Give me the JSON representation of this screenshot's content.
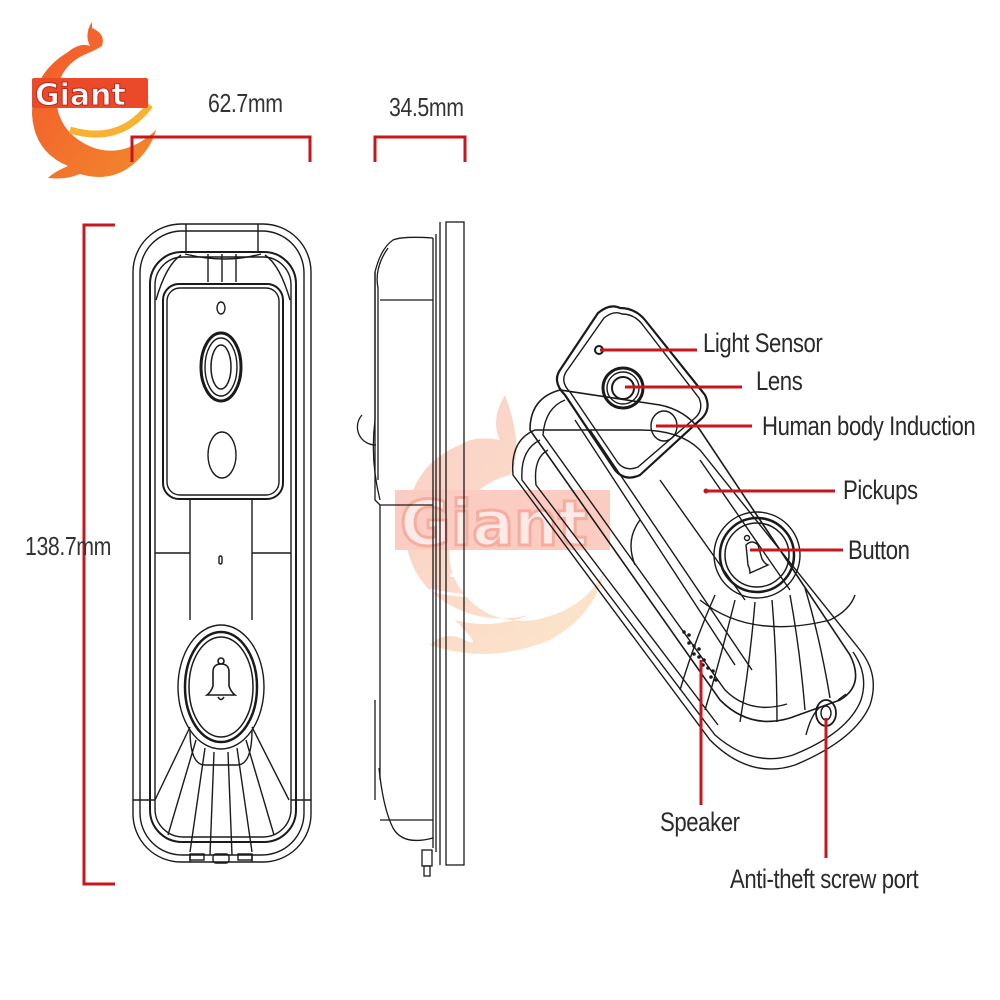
{
  "brand": {
    "logo_text": "Giant",
    "colors": {
      "primary": "#f0502a",
      "secondary": "#f7a93a",
      "text_outline": "#ffffff"
    }
  },
  "dimensions": {
    "width": "62.7mm",
    "depth": "34.5mm",
    "height": "138.7mm",
    "line_color": "#c8161d"
  },
  "views": {
    "front": "front-view",
    "side": "side-view",
    "perspective": "perspective-view"
  },
  "callouts": [
    {
      "id": "light-sensor",
      "label": "Light Sensor"
    },
    {
      "id": "lens",
      "label": "Lens"
    },
    {
      "id": "human-body-induction",
      "label": "Human body Induction"
    },
    {
      "id": "pickups",
      "label": "Pickups"
    },
    {
      "id": "button",
      "label": "Button"
    },
    {
      "id": "speaker",
      "label": "Speaker"
    },
    {
      "id": "anti-theft-screw-port",
      "label": "Anti-theft screw port"
    }
  ],
  "icons": {
    "bell": "bell-icon"
  },
  "watermark": {
    "text": "Giant"
  }
}
